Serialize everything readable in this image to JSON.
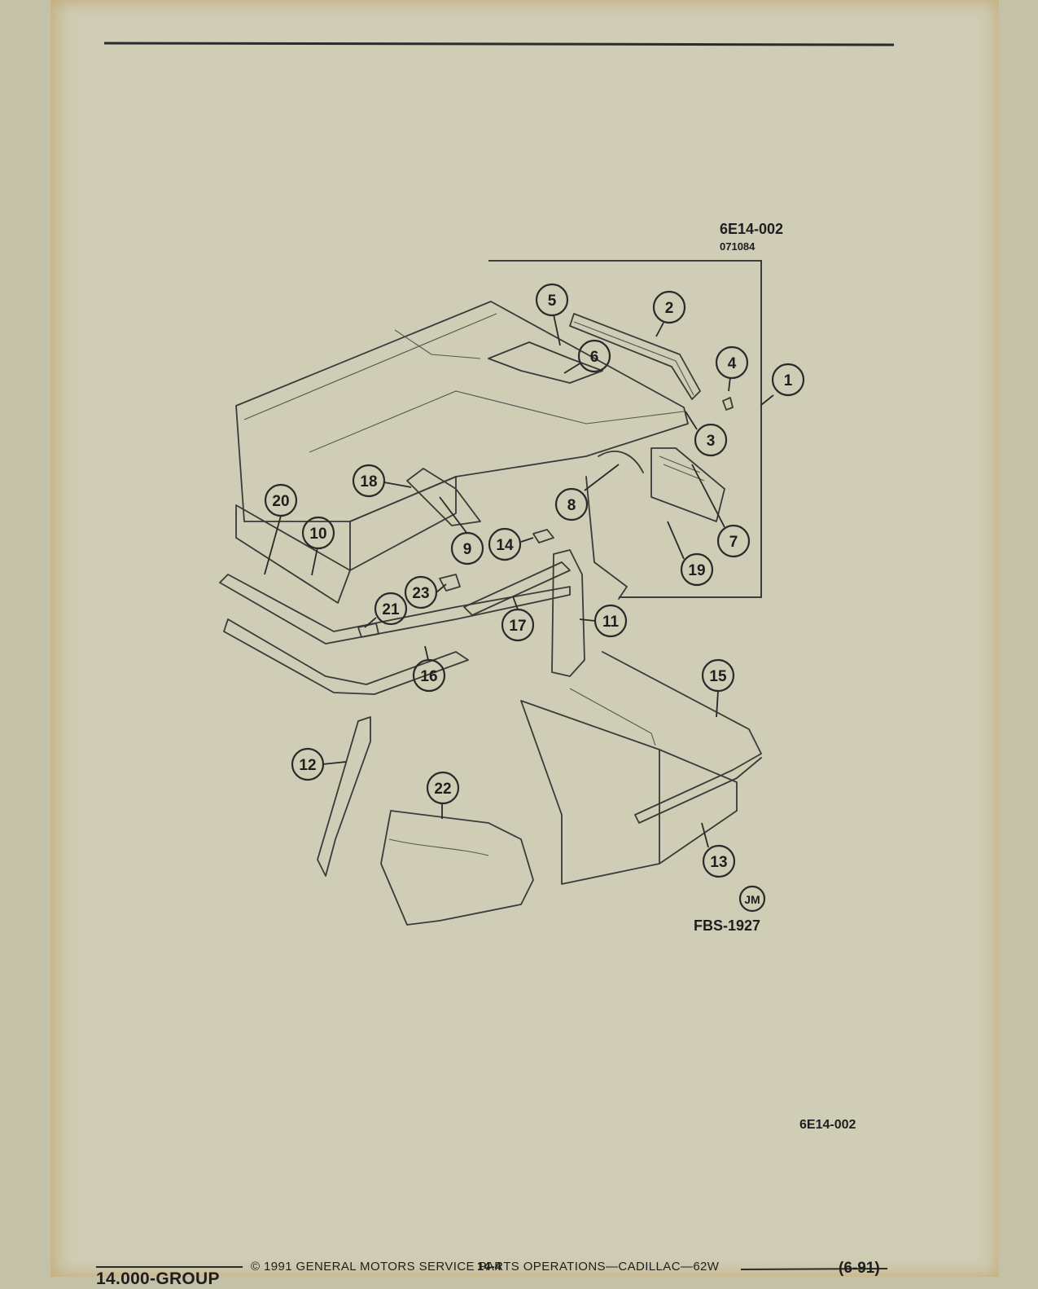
{
  "header": {
    "figure_code": "6E14-002",
    "figure_date": "071084"
  },
  "diagram": {
    "callouts": [
      "1",
      "2",
      "3",
      "4",
      "5",
      "6",
      "7",
      "8",
      "9",
      "10",
      "11",
      "12",
      "13",
      "14",
      "15",
      "16",
      "17",
      "18",
      "19",
      "20",
      "21",
      "22",
      "23"
    ],
    "artist_mark": "JM",
    "art_number": "FBS-1927"
  },
  "bottom_code": "6E14-002",
  "footer": {
    "group": "14.000-GROUP",
    "copyright": "©  1991  GENERAL MOTORS SERVICE PARTS OPERATIONS—CADILLAC—62W",
    "page": "14-4",
    "date": "(6-91)"
  }
}
